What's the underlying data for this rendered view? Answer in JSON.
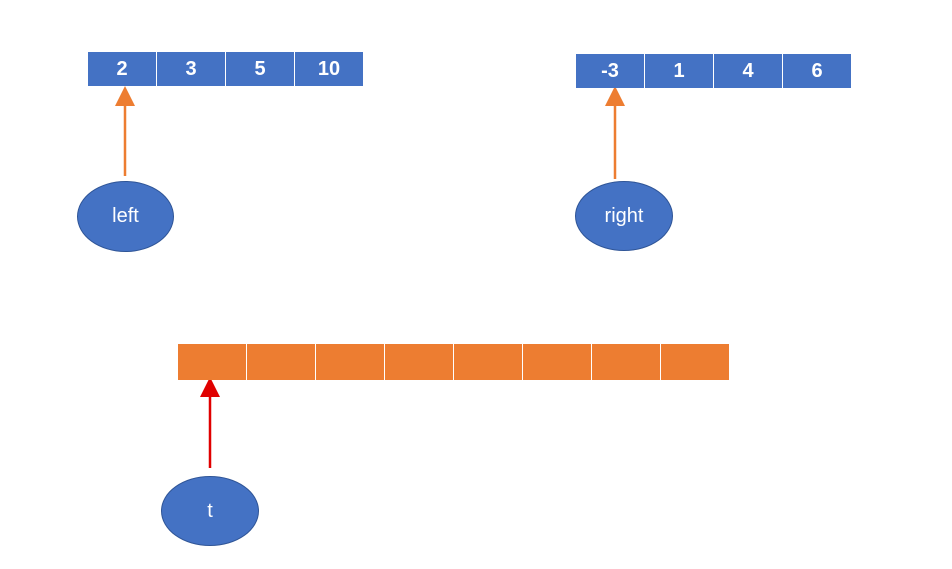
{
  "colors": {
    "cell_blue": "#4472c4",
    "cell_orange": "#ed7d31",
    "arrow_orange": "#ed7d31",
    "arrow_red": "#e00000"
  },
  "left_array": {
    "values": [
      "2",
      "3",
      "5",
      "10"
    ]
  },
  "right_array": {
    "values": [
      "-3",
      "1",
      "4",
      "6"
    ]
  },
  "temp_array": {
    "length": 8
  },
  "pointers": {
    "left": "left",
    "right": "right",
    "t": "t"
  }
}
